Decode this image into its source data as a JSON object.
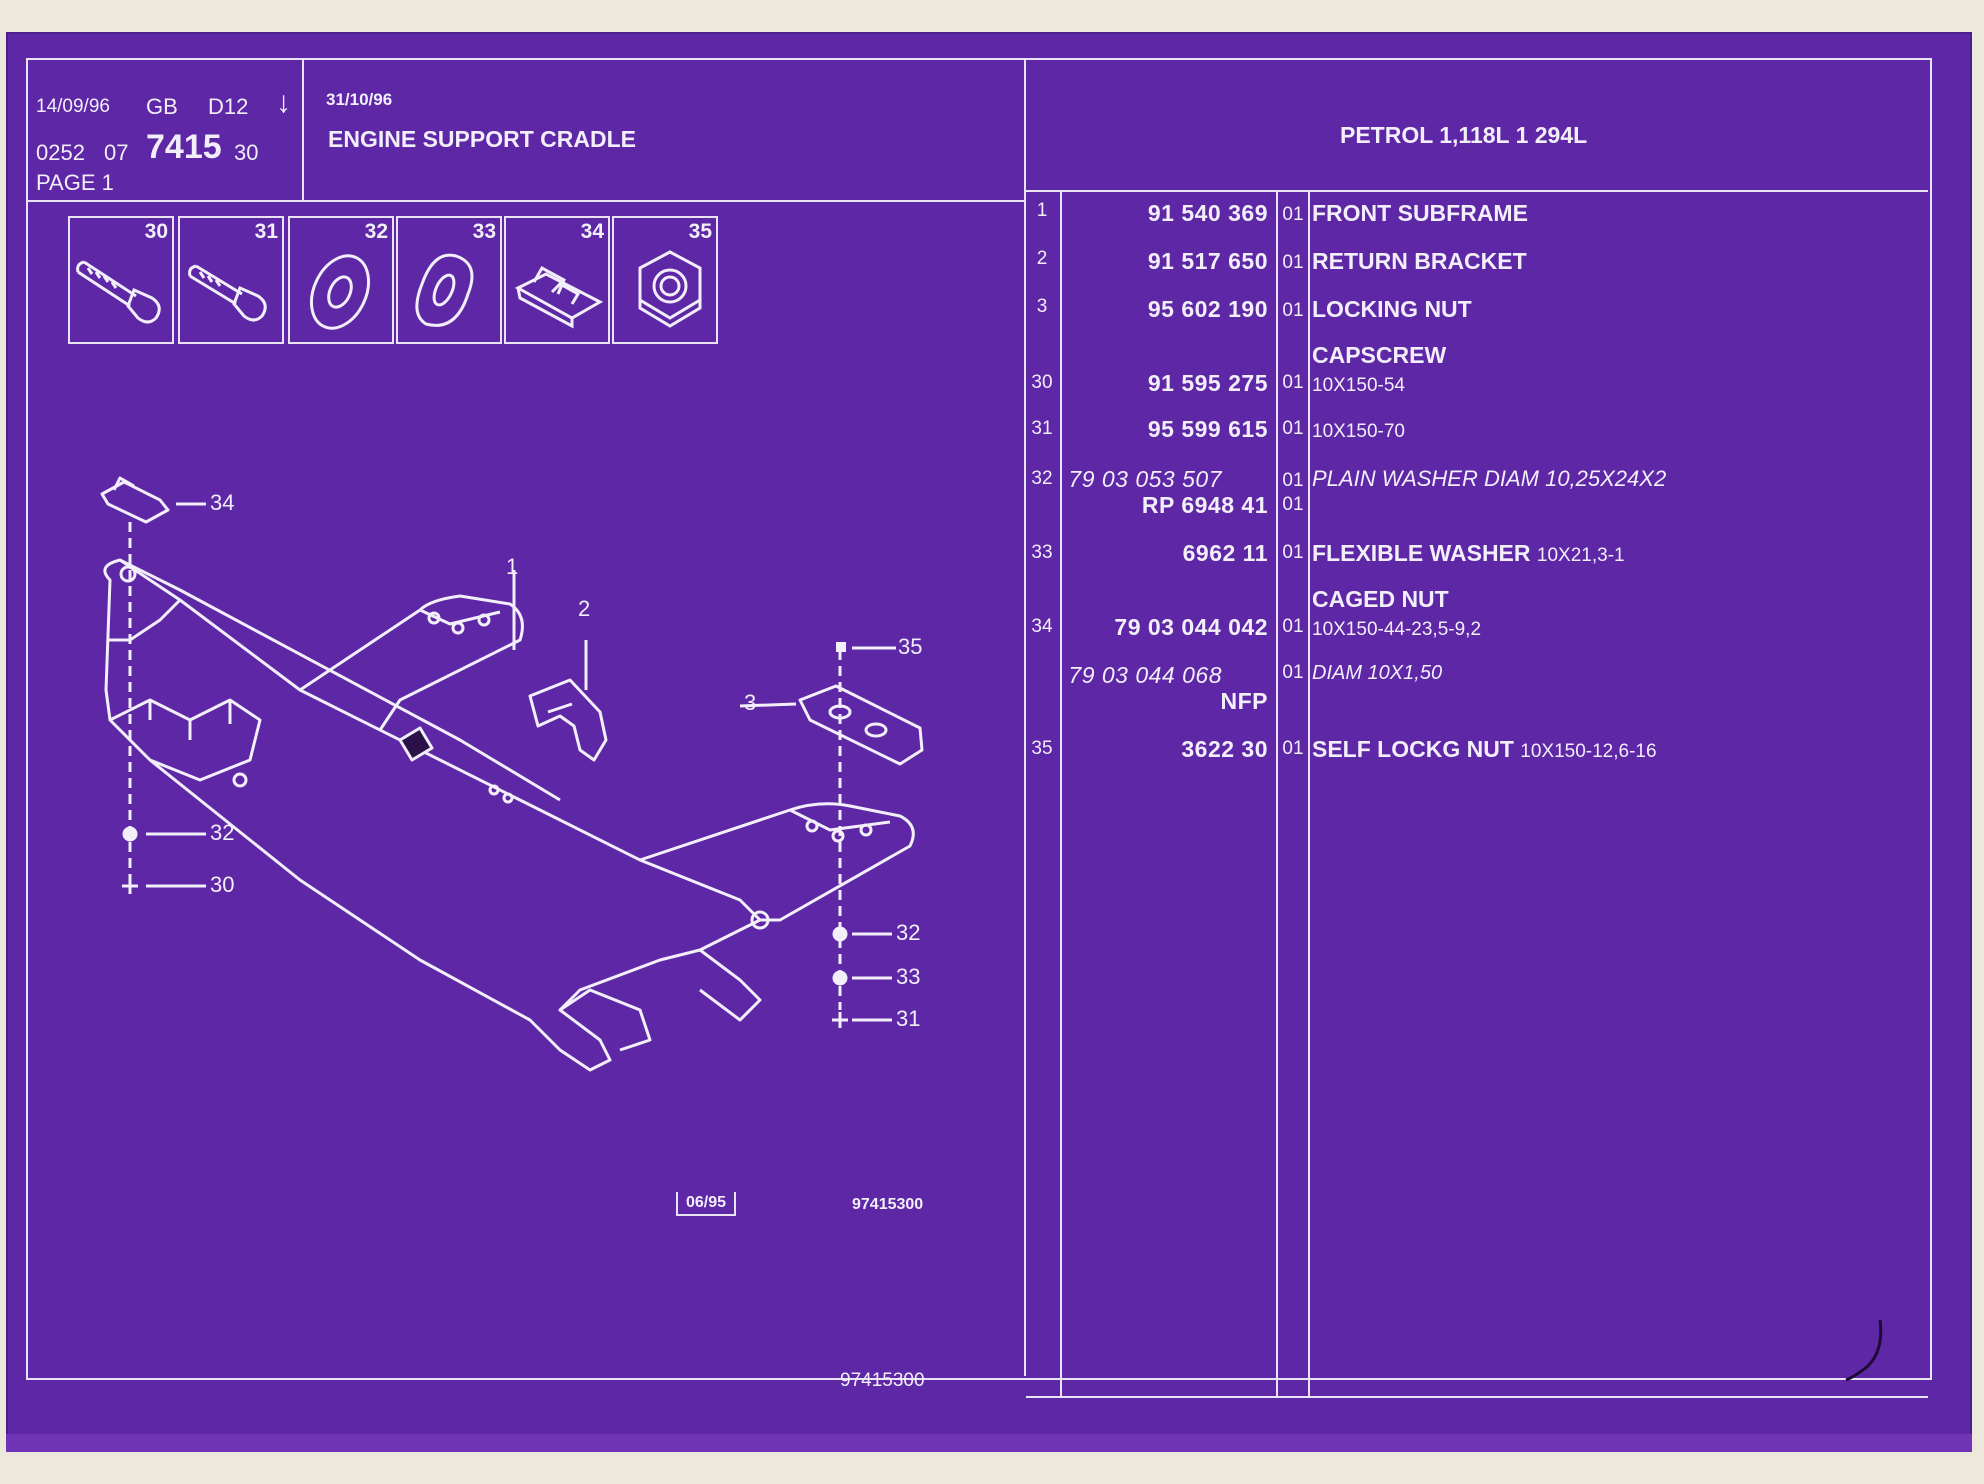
{
  "header": {
    "date": "14/09/96",
    "lang": "GB",
    "code": "D12",
    "arrow": "↓",
    "ref_a": "0252",
    "ref_b": "07",
    "ref_main": "7415",
    "ref_c": "30",
    "page": "PAGE 1",
    "date2": "31/10/96",
    "title": "ENGINE SUPPORT CRADLE",
    "engine": "PETROL 1,118L 1 294L"
  },
  "thumbnails": [
    {
      "num": "30",
      "icon": "capscrew-long-icon"
    },
    {
      "num": "31",
      "icon": "capscrew-short-icon"
    },
    {
      "num": "32",
      "icon": "plain-washer-icon"
    },
    {
      "num": "33",
      "icon": "flexible-washer-icon"
    },
    {
      "num": "34",
      "icon": "caged-nut-icon"
    },
    {
      "num": "35",
      "icon": "lock-nut-icon"
    }
  ],
  "callouts": {
    "c1": "1",
    "c2": "2",
    "c3": "3",
    "c30": "30",
    "c31": "31",
    "c32a": "32",
    "c32b": "32",
    "c33": "33",
    "c34": "34",
    "c35": "35"
  },
  "footer": {
    "stamp": "06/95",
    "code1": "97415300",
    "code2": "97415300"
  },
  "parts": [
    {
      "ref": "1",
      "number": "91 540 369",
      "qty": "01",
      "desc": "FRONT SUBFRAME"
    },
    {
      "ref": "2",
      "number": "91 517 650",
      "qty": "01",
      "desc": "RETURN BRACKET"
    },
    {
      "ref": "3",
      "number": "95 602 190",
      "qty": "01",
      "desc": "LOCKING NUT"
    },
    {
      "desc": "CAPSCREW"
    },
    {
      "ref": "30",
      "number": "91 595 275",
      "qty": "01",
      "spec": "10X150-54"
    },
    {
      "ref": "31",
      "number": "95 599 615",
      "qty": "01",
      "spec": "10X150-70"
    },
    {
      "ref": "32",
      "number": "79 03 053 507",
      "qty": "01",
      "desc": "PLAIN WASHER DIAM 10,25X24X2"
    },
    {
      "number": "RP  6948 41",
      "qty": "01"
    },
    {
      "ref": "33",
      "number": "6962 11",
      "qty": "01",
      "desc": "FLEXIBLE WASHER",
      "spec": "10X21,3-1"
    },
    {
      "desc": "CAGED NUT"
    },
    {
      "ref": "34",
      "number": "79 03 044 042",
      "qty": "01",
      "spec": "10X150-44-23,5-9,2"
    },
    {
      "number": "79 03 044 068",
      "qty": "01",
      "desc": "DIAM 10X1,50"
    },
    {
      "number": "NFP"
    },
    {
      "ref": "35",
      "number": "3622 30",
      "qty": "01",
      "desc": "SELF LOCKG NUT",
      "spec": "10X150-12,6-16"
    }
  ]
}
